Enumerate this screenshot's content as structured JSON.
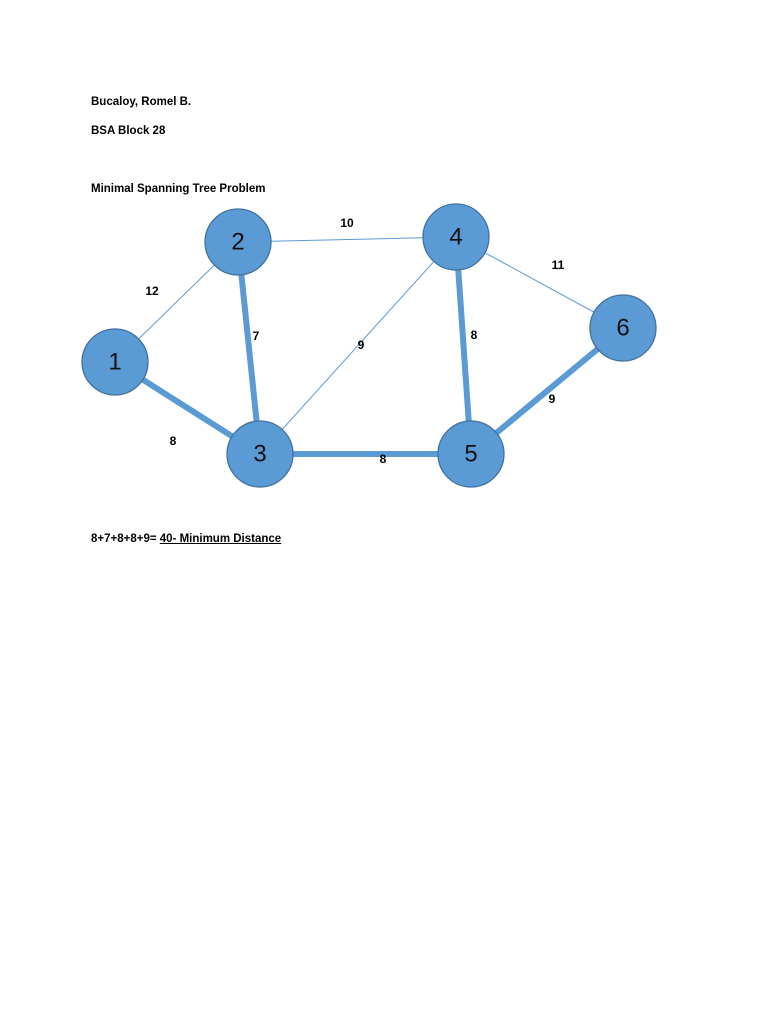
{
  "header": {
    "name": "Bucaloy, Romel B.",
    "block": "BSA Block 28"
  },
  "title": "Minimal Spanning Tree Problem",
  "result": {
    "sum_expression": "8+7+8+8+9=",
    "total_label": "40- Minimum Distance"
  },
  "colors": {
    "node_fill": "#5b9bd5",
    "node_stroke": "#41719c",
    "edge": "#5b9bd5"
  },
  "graph": {
    "nodes": [
      {
        "id": "1",
        "label": "1"
      },
      {
        "id": "2",
        "label": "2"
      },
      {
        "id": "3",
        "label": "3"
      },
      {
        "id": "4",
        "label": "4"
      },
      {
        "id": "5",
        "label": "5"
      },
      {
        "id": "6",
        "label": "6"
      }
    ],
    "edges": [
      {
        "from": "1",
        "to": "2",
        "weight": "12",
        "in_tree": false
      },
      {
        "from": "2",
        "to": "4",
        "weight": "10",
        "in_tree": false
      },
      {
        "from": "4",
        "to": "6",
        "weight": "11",
        "in_tree": false
      },
      {
        "from": "3",
        "to": "4",
        "weight": "9",
        "in_tree": false
      },
      {
        "from": "1",
        "to": "3",
        "weight": "8",
        "in_tree": true
      },
      {
        "from": "2",
        "to": "3",
        "weight": "7",
        "in_tree": true
      },
      {
        "from": "4",
        "to": "5",
        "weight": "8",
        "in_tree": true
      },
      {
        "from": "3",
        "to": "5",
        "weight": "8",
        "in_tree": true
      },
      {
        "from": "5",
        "to": "6",
        "weight": "9",
        "in_tree": true
      }
    ]
  }
}
